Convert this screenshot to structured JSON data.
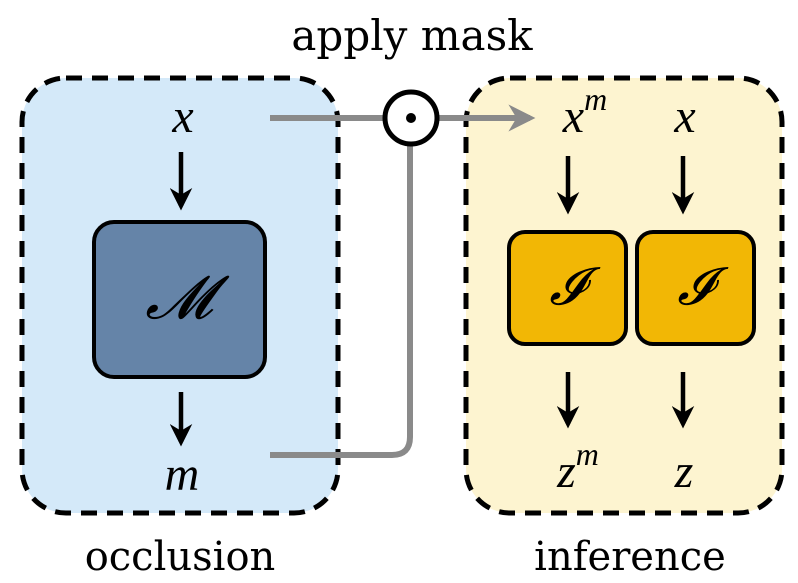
{
  "title": "apply mask",
  "mask_operator": "⊙",
  "occlusion": {
    "label": "occlusion",
    "input": "x",
    "module": "𝓜",
    "output": "m"
  },
  "inference": {
    "label": "inference",
    "branch_masked": {
      "input_base": "x",
      "input_sup": "m",
      "module": "𝓘",
      "output_base": "z",
      "output_sup": "m"
    },
    "branch_plain": {
      "input": "x",
      "module": "𝓘",
      "output": "z"
    }
  },
  "colors": {
    "occlusion_bg": "#d4e9f9",
    "inference_bg": "#fdf4d0",
    "occlusion_module": "#6584a8",
    "inference_module": "#f2b705",
    "connector": "#8a8a8a"
  }
}
